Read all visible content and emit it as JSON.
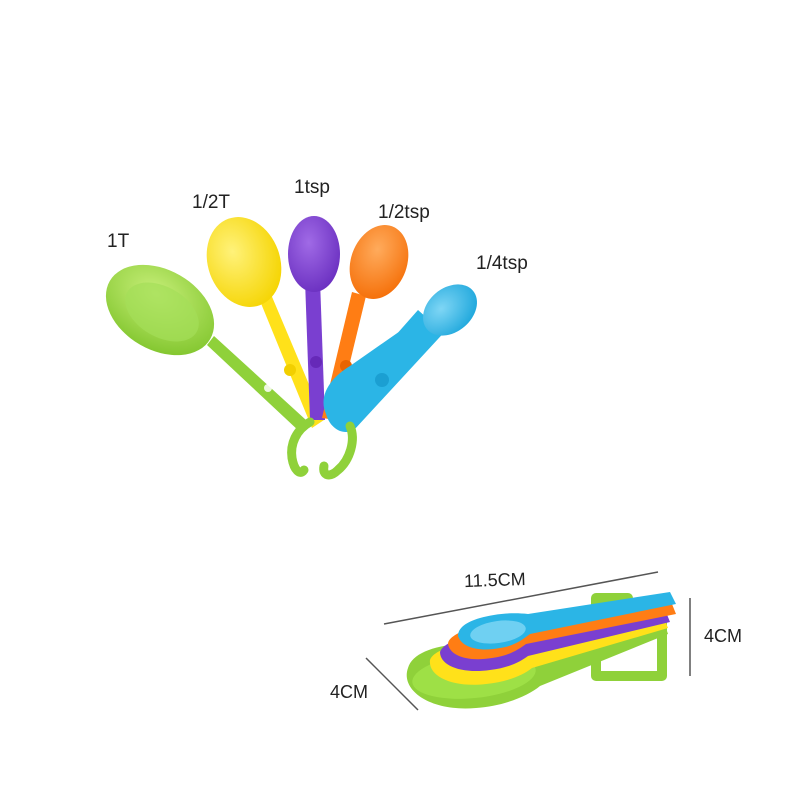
{
  "spoon_labels": [
    "1T",
    "1/2T",
    "1tsp",
    "1/2tsp",
    "1/4tsp"
  ],
  "dimensions": {
    "length": "11.5CM",
    "height": "4CM",
    "width": "4CM"
  },
  "colors": {
    "green": "#8fd13a",
    "yellow": "#ffe11a",
    "purple": "#7a3fd0",
    "orange": "#ff7d14",
    "blue": "#2bb5e6"
  }
}
